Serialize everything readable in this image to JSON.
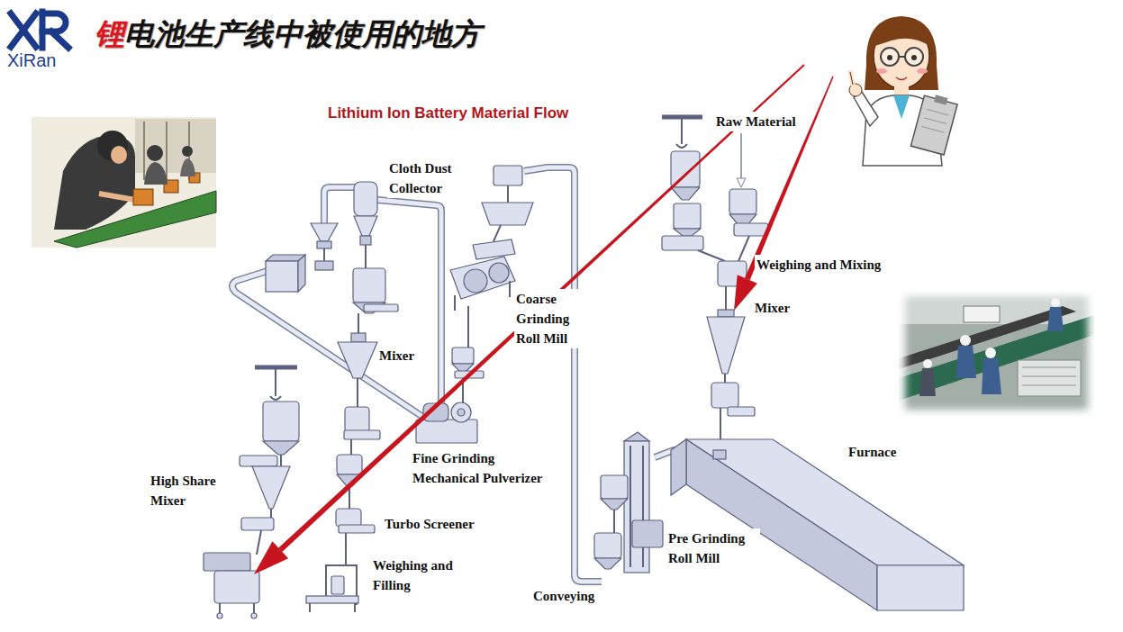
{
  "diagram": {
    "title": "锂电池生产线中被使用的地方",
    "labels": [
      "XiRan",
      "Lithium Ion Battery Material Flow",
      "Raw Material",
      "Cloth Dust Collector",
      "Weighing and Mixing",
      "Coarse Grinding Roll Mill",
      "Mixer",
      "Mixer",
      "Furnace",
      "Fine Grinding Mechanical Pulverizer",
      "High Share Mixer",
      "Turbo Screener",
      "Pre Grinding Roll Mill",
      "Weighing and Filling",
      "Conveying"
    ]
  }
}
